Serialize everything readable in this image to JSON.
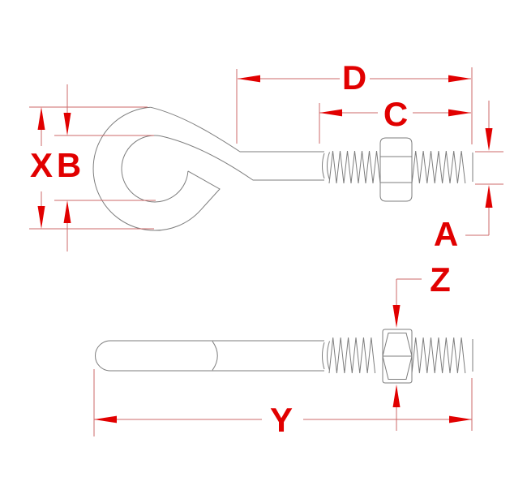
{
  "drawing": {
    "kind": "dimensioned line drawing, eye bolt with hex nut, two views",
    "labels": {
      "X": "X",
      "B": "B",
      "D": "D",
      "C": "C",
      "A": "A",
      "Z": "Z",
      "Y": "Y"
    }
  },
  "colors": {
    "dimension_red": "#e10000",
    "dimension_thin_line_red": "#cc6a6a",
    "part_line_gray": "#7d7d7d",
    "background": "#ffffff"
  }
}
